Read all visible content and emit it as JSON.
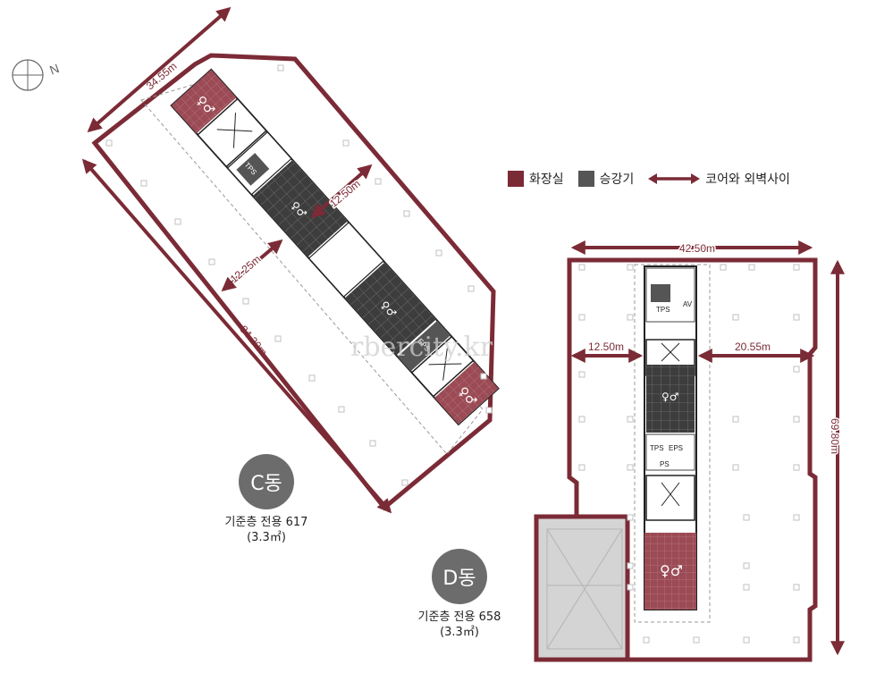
{
  "legend": {
    "items": [
      {
        "label": "화장실",
        "color": "#7b2b36"
      },
      {
        "label": "승강기",
        "color": "#555555"
      },
      {
        "label": "코어와 외벽사이",
        "color": "#7b2b36"
      }
    ]
  },
  "building_c": {
    "name": "C동",
    "area_line": "기준층 전용 617",
    "area_unit": "(3.3㎡)",
    "dims": {
      "top_width": "34.55m",
      "long_side": "84.20m",
      "core_right": "12.50m",
      "core_left": "12.25m"
    },
    "rooms": {
      "tps": "TPS",
      "eps": "EPS"
    }
  },
  "building_d": {
    "name": "D동",
    "area_line": "기준층 전용 658",
    "area_unit": "(3.3㎡)",
    "dims": {
      "top_width": "42.50m",
      "height": "69.80m",
      "core_left": "12.50m",
      "core_right": "20.55m"
    },
    "rooms": {
      "tps": "TPS",
      "av": "AV",
      "eps": "EPS",
      "ps": "PS"
    }
  },
  "compass": {
    "label": "N"
  },
  "watermark": "rbercity.kr",
  "colors": {
    "wall": "#7b2b36",
    "elevator": "#555555",
    "toilet": "#9b4b55",
    "dashed": "#9a9a9a"
  }
}
